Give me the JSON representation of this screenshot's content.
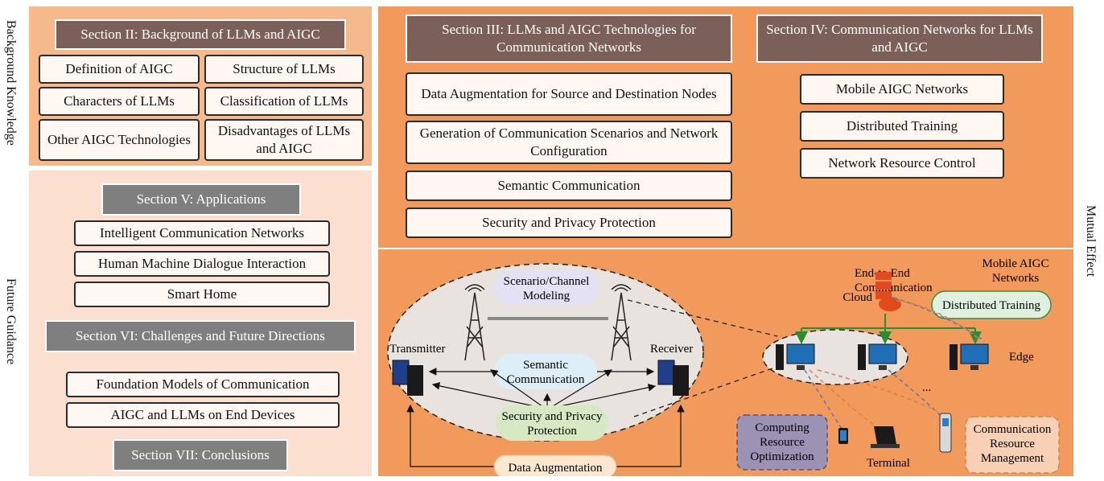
{
  "side_labels": {
    "background": "Background Knowledge",
    "future": "Future Guidance",
    "mutual": "Mutual Effect"
  },
  "section2": {
    "title": "Section II: Background of LLMs and AIGC",
    "items": [
      "Definition of AIGC",
      "Structure of LLMs",
      "Characters of LLMs",
      "Classification of LLMs",
      "Other AIGC Technologies",
      "Disadvantages of LLMs and AIGC"
    ]
  },
  "section3": {
    "title": "Section III: LLMs and AIGC Technologies for Communication Networks",
    "items": [
      "Data Augmentation for Source and Destination Nodes",
      "Generation of Communication Scenarios and Network Configuration",
      "Semantic Communication",
      "Security and Privacy Protection"
    ]
  },
  "section4": {
    "title": "Section IV: Communication Networks for LLMs and AIGC",
    "items": [
      "Mobile AIGC Networks",
      "Distributed Training",
      "Network Resource Control"
    ]
  },
  "section5": {
    "title": "Section V: Applications",
    "items": [
      "Intelligent Communication Networks",
      "Human Machine Dialogue Interaction",
      "Smart Home"
    ]
  },
  "section6": {
    "title": "Section VI: Challenges and Future Directions",
    "items": [
      "Foundation Models of Communication",
      "AIGC and LLMs on End Devices"
    ]
  },
  "section7": {
    "title": "Section VII: Conclusions"
  },
  "illustration": {
    "e2e_line1": "End-to End",
    "e2e_line2": "Communication",
    "scenario_line1": "Scenario/Channel",
    "scenario_line2": "Modeling",
    "transmitter": "Transmitter",
    "receiver": "Receiver",
    "semantic_line1": "Semantic",
    "semantic_line2": "Communication",
    "security_line1": "Security and Privacy",
    "security_line2": "Protection",
    "data_aug": "Data Augmentation",
    "mobile_line1": "Mobile AIGC",
    "mobile_line2": "Networks",
    "cloud": "Cloud",
    "dist_training": "Distributed Training",
    "edge": "Edge",
    "dots": "...",
    "computing_line1": "Computing",
    "computing_line2": "Resource",
    "computing_line3": "Optimization",
    "terminal": "Terminal",
    "comm_line1": "Communication",
    "comm_line2": "Resource",
    "comm_line3": "Management"
  },
  "colors": {
    "header_brown": "#7a6058",
    "header_gray": "#7f7f7f",
    "panel_bg": "#f5b98c",
    "panel_future": "#fbe0d0",
    "panel_right": "#f29a5b",
    "edge_link": "#2e8b2e"
  }
}
